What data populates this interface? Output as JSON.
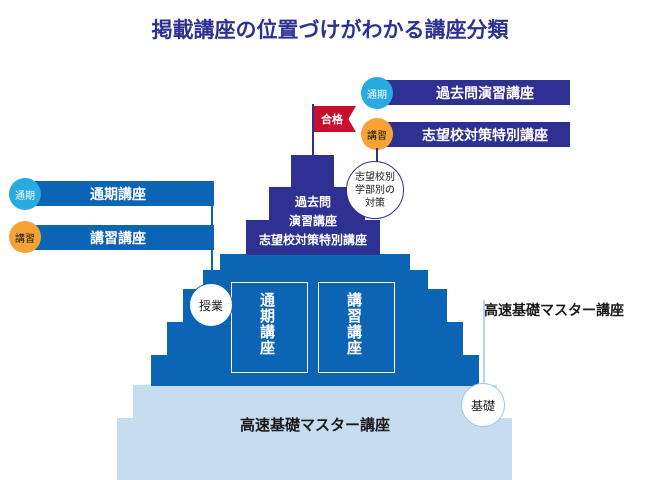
{
  "title": "掲載講座の位置づけがわかる講座分類",
  "colors": {
    "title": "#2e3192",
    "navy": "#2e3192",
    "blue": "#0b64b4",
    "light": "#c5ddef",
    "cyan_badge": "#29aae1",
    "orange_badge": "#f7a234",
    "flag": "#c8102e",
    "line": "#b7d3ea"
  },
  "flag": {
    "label": "合格"
  },
  "top": {
    "tsuki": {
      "badge": "通期",
      "label": "過去問演習講座"
    },
    "koshu": {
      "badge": "講習",
      "label": "志望校対策特別講座"
    },
    "bubble": "志望校別\n学部別の\n対策"
  },
  "left": {
    "tsuki": {
      "badge": "通期",
      "label": "通期講座"
    },
    "koshu": {
      "badge": "講習",
      "label": "講習講座"
    }
  },
  "pyramid": {
    "top_text": "過去問\n演習講座\n志望校対策特別講座",
    "jugyo": "授業",
    "panels": [
      "通期講座",
      "講習講座"
    ],
    "base_text": "高速基礎マスター講座"
  },
  "right": {
    "label": "高速基礎マスター講座",
    "kiso": "基礎"
  }
}
